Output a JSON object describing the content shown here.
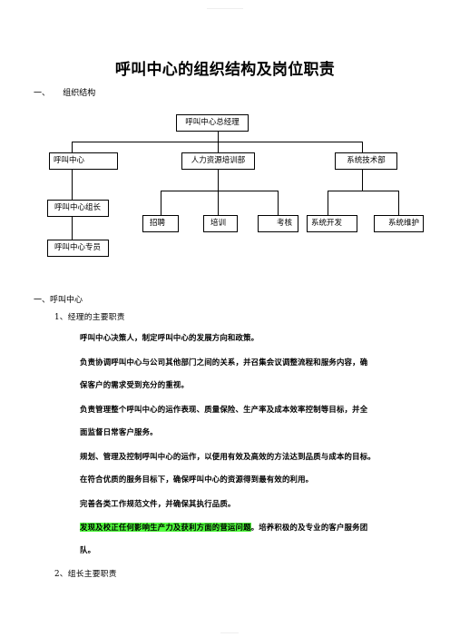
{
  "doc": {
    "title": "呼叫中心的组织结构及岗位职责",
    "section1": "一、     组织结构",
    "section2": "一、呼叫中心"
  },
  "org": {
    "top": "呼叫中心总经理",
    "dept1": "呼叫中心",
    "dept2": "人力资源培训部",
    "dept3": "系统技术部",
    "leader": "呼叫中心组长",
    "agent": "呼叫中心专员",
    "hr1": "招聘",
    "hr2": "培训",
    "hr3": "考核",
    "tech1": "系统开发",
    "tech2": "系统维护"
  },
  "body": {
    "sub1": "1、经理的主要职责",
    "p1": "呼叫中心决策人，制定呼叫中心的发展方向和政策。",
    "p2a": "负责协调呼叫中心与公司其他部门之间的关系，并召集会议调整流程和服务内容，确",
    "p2b": "保客户的需求受到充分的重视。",
    "p3a": "负责管理整个呼叫中心的运作表现、质量保险、生产率及成本效率控制等目标，并全",
    "p3b": "面监督日常客户服务。",
    "p4a": "规划、管理及控制呼叫中心的运作，以便用有效及高效的方法达到品质与成本的目标。",
    "p4b": "在符合优质的服务目标下，确保呼叫中心的资源得到最有效的利用。",
    "p5": "完善各类工作规范文件，并确保其执行品质。",
    "p6a_hl": "发现及校正任何影响生产力及获利方面的营运问题",
    "p6a_rest": "。培养积极的及专业的客户服务团",
    "p6b": "队。",
    "sub2": "2、组长主要职责"
  }
}
